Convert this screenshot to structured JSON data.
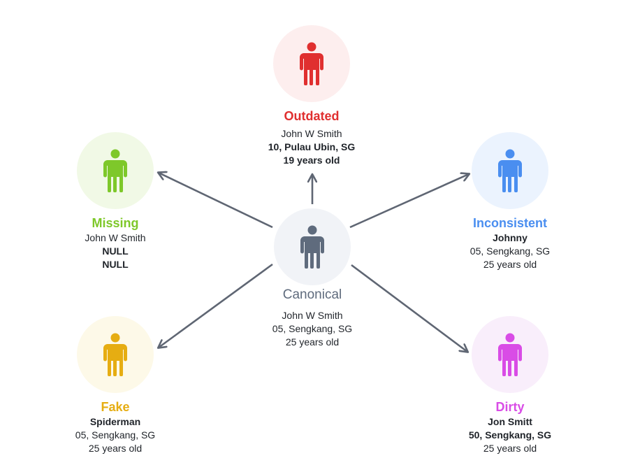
{
  "colors": {
    "arrow": "#5f6673",
    "canonical": "#5f6b7d",
    "canonical_bg": "#f1f3f7",
    "outdated": "#e02f2f",
    "outdated_bg": "#fdeeee",
    "missing": "#7ec82a",
    "missing_bg": "#f1f9e6",
    "inconsistent": "#4a8ef0",
    "inconsistent_bg": "#ebf3fe",
    "fake": "#e6ad12",
    "fake_bg": "#fdf9e8",
    "dirty": "#d94ce6",
    "dirty_bg": "#f9eefb"
  },
  "nodes": {
    "canonical": {
      "title": "Canonical",
      "name": "John W Smith",
      "address": "05, Sengkang, SG",
      "age": "25 years old",
      "icon": "person-icon"
    },
    "outdated": {
      "title": "Outdated",
      "name": "John W Smith",
      "address": "10, Pulau Ubin, SG",
      "age": "19 years old",
      "icon": "person-icon"
    },
    "missing": {
      "title": "Missing",
      "name": "John W Smith",
      "address": "NULL",
      "age": "NULL",
      "icon": "person-icon"
    },
    "inconsistent": {
      "title": "Inconsistent",
      "name": "Johnny",
      "address": "05, Sengkang, SG",
      "age": "25 years old",
      "icon": "person-icon"
    },
    "fake": {
      "title": "Fake",
      "name": "Spiderman",
      "address": "05, Sengkang, SG",
      "age": "25 years old",
      "icon": "person-icon"
    },
    "dirty": {
      "title": "Dirty",
      "name": "Jon Smitt",
      "address": "50, Sengkang, SG",
      "age": "25 years old",
      "icon": "person-icon"
    }
  },
  "edges": [
    {
      "from": "canonical",
      "to": "outdated"
    },
    {
      "from": "canonical",
      "to": "missing"
    },
    {
      "from": "canonical",
      "to": "inconsistent"
    },
    {
      "from": "canonical",
      "to": "fake"
    },
    {
      "from": "canonical",
      "to": "dirty"
    }
  ]
}
